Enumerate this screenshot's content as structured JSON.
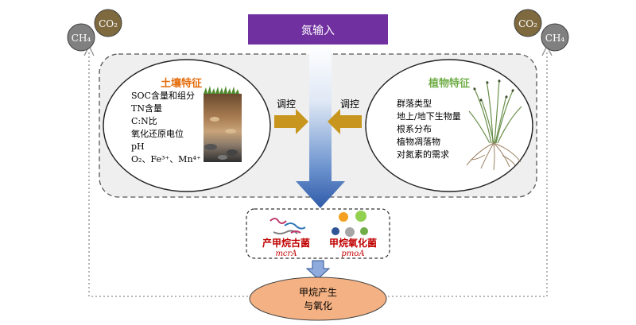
{
  "nitrogen_input": {
    "label": "氮输入"
  },
  "gases": {
    "ch4": "CH₄",
    "co2": "CO₂"
  },
  "soil": {
    "title": "土壤特征",
    "items": [
      "SOC含量和组分",
      "TN含量",
      "C:N比",
      "氧化还原电位",
      "pH",
      "O₂、Fe³⁺、Mn⁴⁺"
    ]
  },
  "plant": {
    "title": "植物特征",
    "items": [
      "群落类型",
      "地上/地下生物量",
      "根系分布",
      "植物凋落物",
      "对氮素的需求"
    ]
  },
  "regulate": {
    "left": "调控",
    "right": "调控"
  },
  "microbes": {
    "methanogen": {
      "name": "产甲烷古菌",
      "gene": "mcrA"
    },
    "methanotroph": {
      "name": "甲烷氧化菌",
      "gene": "pmoA"
    }
  },
  "result": {
    "line1": "甲烷产生",
    "line2": "与氧化"
  },
  "colors": {
    "purple": "#7030a0",
    "soil_title": "#e46c0a",
    "plant_title": "#70ad47",
    "microbe_text": "#c00000",
    "gold_arrow": "#c8961e",
    "result_fill": "#f4b183"
  }
}
